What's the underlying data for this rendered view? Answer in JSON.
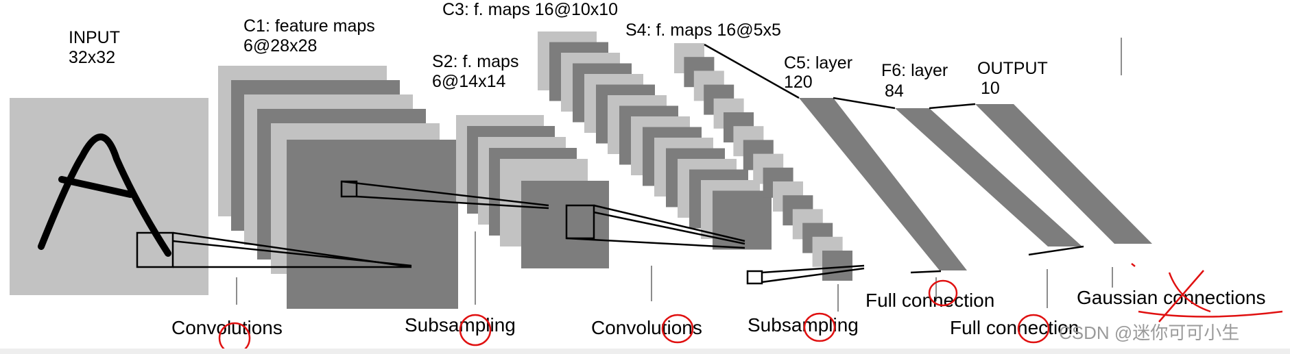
{
  "layers": {
    "input": {
      "name": "INPUT",
      "size": "32x32"
    },
    "c1": {
      "name": "C1: feature maps",
      "size": "6@28x28"
    },
    "s2": {
      "name": "S2: f. maps",
      "size": "6@14x14"
    },
    "c3": {
      "name": "C3: f. maps 16@10x10"
    },
    "s4": {
      "name": "S4: f. maps 16@5x5"
    },
    "c5": {
      "name": "C5: layer",
      "size": "120"
    },
    "f6": {
      "name": "F6: layer",
      "size": "84"
    },
    "output": {
      "name": "OUTPUT",
      "size": "10"
    }
  },
  "operations": {
    "conv1": "Convolutions",
    "sub1": "Subsampling",
    "conv2": "Convolutions",
    "sub2": "Subsampling",
    "full1": "Full connection",
    "full2": "Full connection",
    "gauss": "Gaussian connections"
  },
  "watermark": "CSDN @迷你可可小生",
  "colors": {
    "map_light": "#c2c2c2",
    "map_dark": "#7d7d7d",
    "annotation": "#e01010"
  }
}
